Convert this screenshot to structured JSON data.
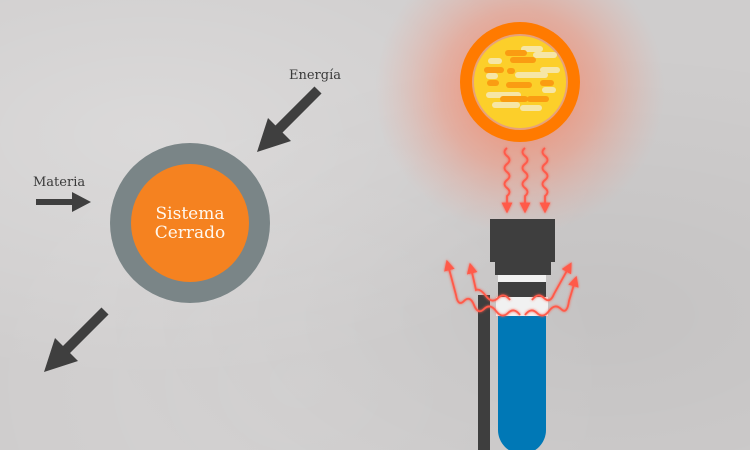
{
  "diagram": {
    "left_panel": {
      "system_label_line1": "Sistema",
      "system_label_line2": "Cerrado",
      "energy_label": "Energía",
      "matter_label": "Materia",
      "arrows": [
        {
          "name": "energy-in-arrow",
          "direction": "inward"
        },
        {
          "name": "matter-in-arrow",
          "direction": "inward"
        },
        {
          "name": "energy-out-arrow",
          "direction": "outward"
        }
      ]
    },
    "right_panel": {
      "heat_source": "sun",
      "incoming_waves": 3,
      "object": "sealed test tube with cap",
      "outgoing_waves": 4
    },
    "colors": {
      "background": "#cfcdcd",
      "arrow": "#3f3f3f",
      "ring": "#7a8587",
      "core": "#f58220",
      "sun_ring": "#ff7a00",
      "sun_core": "#fccf2a",
      "wave": "#ff5a4a",
      "cap": "#3e3e3e",
      "liquid": "#0078b6",
      "seal": "#f1f1f1"
    }
  }
}
